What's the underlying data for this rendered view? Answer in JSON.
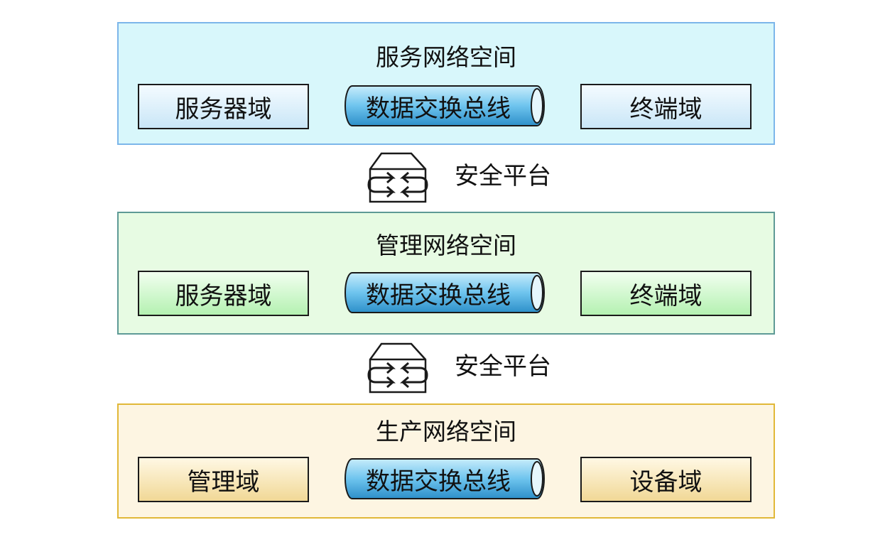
{
  "spaces": [
    {
      "title": "服务网络空间",
      "left_box": "服务器域",
      "bus": "数据交换总线",
      "right_box": "终端域"
    },
    {
      "title": "管理网络空间",
      "left_box": "服务器域",
      "bus": "数据交换总线",
      "right_box": "终端域"
    },
    {
      "title": "生产网络空间",
      "left_box": "管理域",
      "bus": "数据交换总线",
      "right_box": "设备域"
    }
  ],
  "platforms": [
    {
      "label": "安全平台",
      "icon": "switch-icon"
    },
    {
      "label": "安全平台",
      "icon": "switch-icon"
    }
  ],
  "colors": {
    "service_fill": "#d8f7fb",
    "service_border": "#7cb6ea",
    "manage_fill": "#e7fbe3",
    "manage_border": "#5e9a96",
    "production_fill": "#fdf5e2",
    "production_border": "#e1b838",
    "bus_fill": "#58b6e6"
  }
}
